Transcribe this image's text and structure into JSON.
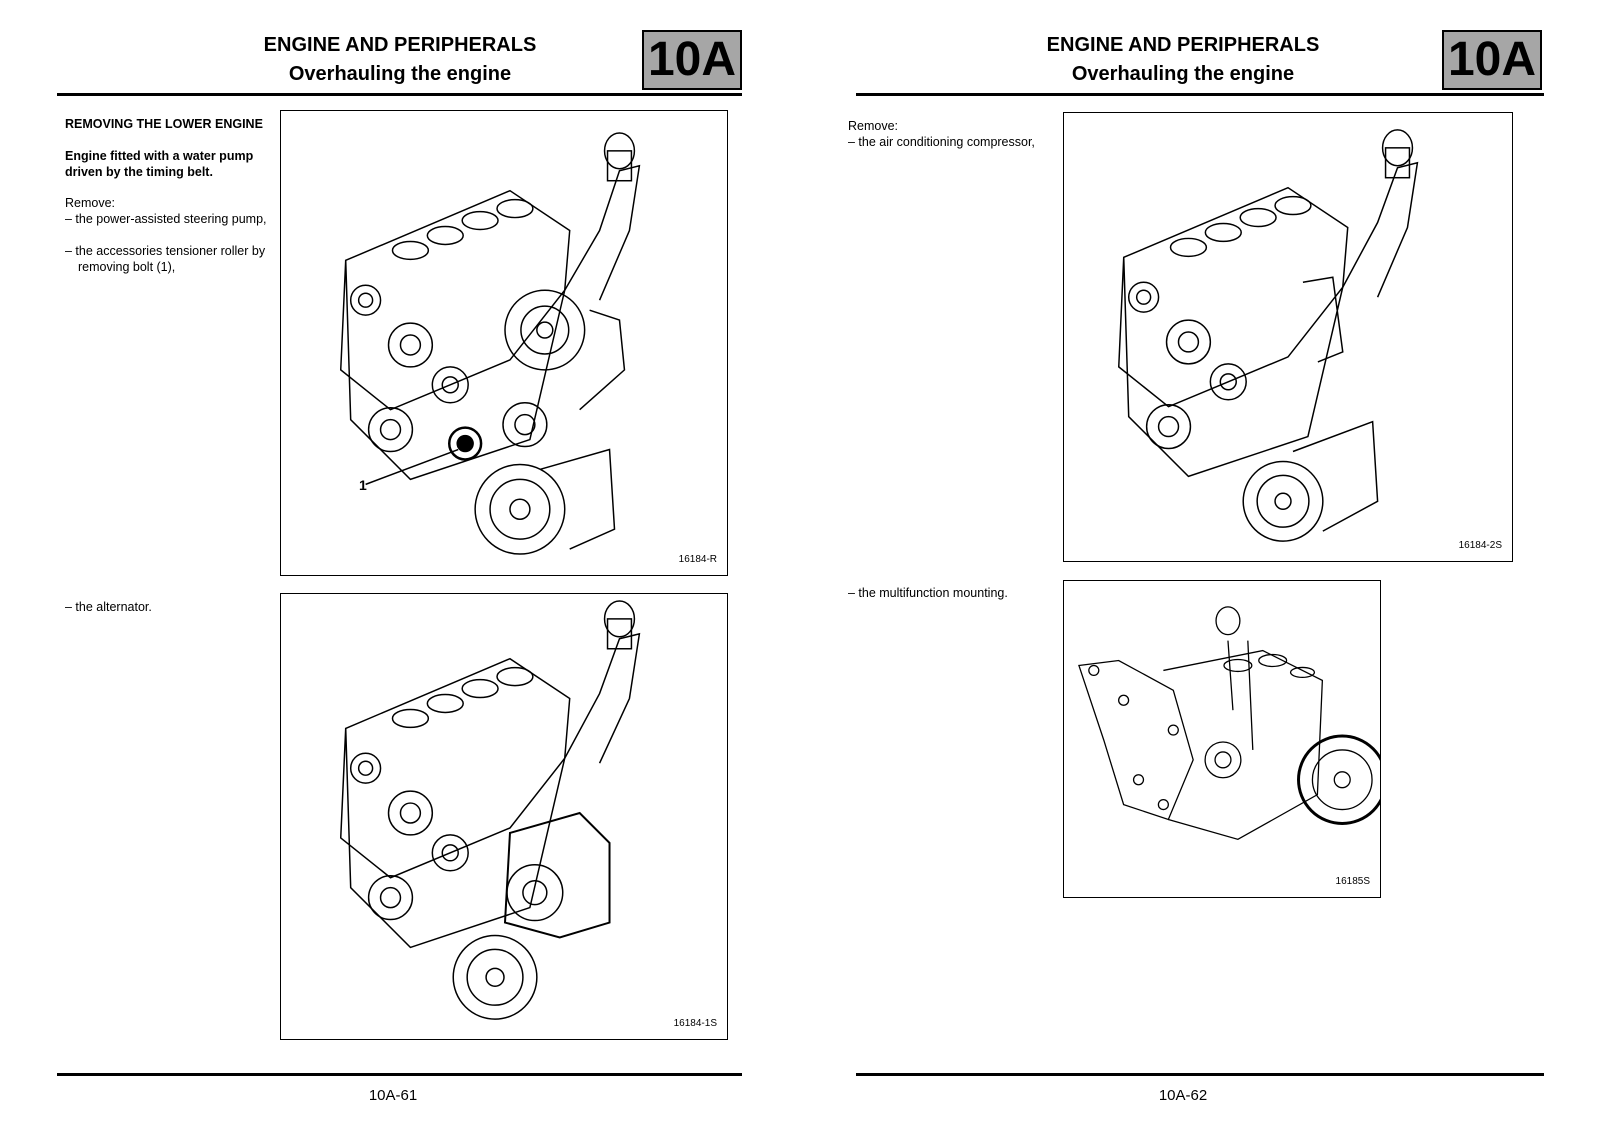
{
  "left_page": {
    "header": {
      "title": "ENGINE AND PERIPHERALS",
      "subtitle": "Overhauling the engine",
      "badge": "10A"
    },
    "section_heading": "REMOVING THE LOWER ENGINE",
    "subheading_line1": "Engine fitted with a water pump",
    "subheading_line2": "driven by the timing belt.",
    "remove_label": "Remove:",
    "step1": "– the power-assisted steering pump,",
    "step2": "– the accessories tensioner roller by removing bolt (1),",
    "step3": "– the alternator.",
    "figure1": {
      "ref": "16184-R",
      "callout": "1"
    },
    "figure2": {
      "ref": "16184-1S"
    },
    "page_number": "10A-61"
  },
  "right_page": {
    "header": {
      "title": "ENGINE AND PERIPHERALS",
      "subtitle": "Overhauling the engine",
      "badge": "10A"
    },
    "remove_label": "Remove:",
    "step1": "– the air conditioning compressor,",
    "step2": "– the multifunction mounting.",
    "figure1": {
      "ref": "16184-2S"
    },
    "figure2": {
      "ref": "16185S"
    },
    "page_number": "10A-62"
  }
}
